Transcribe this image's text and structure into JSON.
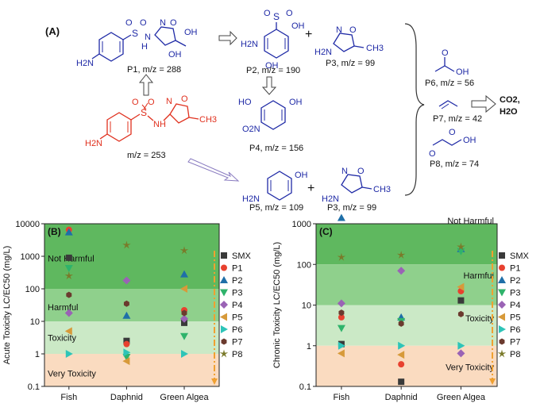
{
  "colors": {
    "blue": "#1f2aa6",
    "red": "#e0301e",
    "black": "#111111",
    "not_harmful": "#5fb85f",
    "harmful": "#8fd08c",
    "toxicity": "#cbe9c6",
    "very_toxicity": "#fadbc0",
    "legend_line": "#f0a030"
  },
  "scheme": {
    "label": "(A)",
    "parent": {
      "label": "m/z = 253",
      "atoms": {
        "s": "S",
        "o1": "O",
        "o2": "O",
        "nh": "NH",
        "h2n": "H2N",
        "n": "N",
        "o_ring": "O",
        "ch3": "CH3"
      }
    },
    "p1": {
      "label": "P1, m/z = 288",
      "atoms": {
        "s": "S",
        "o1": "O",
        "o2": "O",
        "nh": "N",
        "h": "H",
        "n": "N",
        "o": "O",
        "oh1": "OH",
        "oh2": "OH",
        "h2n": "H2N"
      }
    },
    "p2": {
      "label": "P2, m/z = 190",
      "atoms": {
        "s": "S",
        "o1": "O",
        "o2": "O",
        "oh": "OH",
        "h2n": "H2N",
        "oh2": "OH"
      }
    },
    "p3_top": {
      "label": "P3, m/z = 99",
      "atoms": {
        "n": "N",
        "o": "O",
        "h2n": "H2N"
      }
    },
    "p3_bottom": {
      "label": "P3, m/z = 99",
      "atoms": {
        "n": "N",
        "o": "O",
        "h2n": "H2N",
        "ch3": "CH3"
      }
    },
    "p4": {
      "label": "P4, m/z = 156",
      "atoms": {
        "ho": "HO",
        "oh": "OH",
        "o2n": "O2N"
      }
    },
    "p5": {
      "label": "P5, m/z = 109",
      "atoms": {
        "oh": "OH",
        "h2n": "H2N"
      }
    },
    "p6": {
      "label": "P6, m/z = 56",
      "atoms": {
        "o": "O",
        "oh": "OH"
      }
    },
    "p7": {
      "label": "P7, m/z = 42"
    },
    "p8": {
      "label": "P8, m/z = 74",
      "atoms": {
        "o": "O",
        "oh": "OH",
        "o2": "O"
      }
    },
    "plus": "+",
    "final": {
      "line1": "CO2,",
      "line2": "H2O"
    }
  },
  "chart_data": [
    {
      "type": "scatter",
      "panel_label": "(B)",
      "ylabel": "Acute Toxicity LC/EC50 (mg/L)",
      "yscale": "log",
      "ylim": [
        0.1,
        10000
      ],
      "yticks": [
        "0.1",
        "1",
        "10",
        "100",
        "1000",
        "10000"
      ],
      "categories": [
        "Fish",
        "Daphnid",
        "Green Algea"
      ],
      "zones": [
        {
          "label": "Not Harmful",
          "from": 100,
          "to": 10000
        },
        {
          "label": "Harmful",
          "from": 10,
          "to": 100
        },
        {
          "label": "Toxicity",
          "from": 1,
          "to": 10
        },
        {
          "label": "Very Toxicity",
          "from": 0.1,
          "to": 1
        }
      ],
      "series": [
        {
          "name": "SMX",
          "marker": "square",
          "color": "#3a3a3a",
          "values": [
            900,
            2.5,
            9
          ]
        },
        {
          "name": "P1",
          "marker": "circle",
          "color": "#e8412f",
          "values": [
            6500,
            2.0,
            22
          ]
        },
        {
          "name": "P2",
          "marker": "triangle-up",
          "color": "#1f6fa8",
          "values": [
            5500,
            15,
            280
          ]
        },
        {
          "name": "P3",
          "marker": "triangle-down",
          "color": "#2fb36b",
          "values": [
            430,
            0.8,
            3.5
          ]
        },
        {
          "name": "P4",
          "marker": "diamond",
          "color": "#9a63b5",
          "values": [
            18,
            180,
            12
          ]
        },
        {
          "name": "P5",
          "marker": "triangle-left",
          "color": "#d79a3a",
          "values": [
            5,
            0.6,
            100
          ]
        },
        {
          "name": "P6",
          "marker": "triangle-right",
          "color": "#2ec4b8",
          "values": [
            1,
            1.1,
            1
          ]
        },
        {
          "name": "P7",
          "marker": "hexagon",
          "color": "#6b3a2e",
          "values": [
            65,
            35,
            18
          ]
        },
        {
          "name": "P8",
          "marker": "star",
          "color": "#7a7a2a",
          "values": [
            250,
            2200,
            1500
          ]
        }
      ]
    },
    {
      "type": "scatter",
      "panel_label": "(C)",
      "ylabel": "Chronic Toxicity LC/EC50 (mg/L)",
      "yscale": "log",
      "ylim": [
        0.1,
        1000
      ],
      "yticks": [
        "0.1",
        "1",
        "10",
        "100",
        "1000"
      ],
      "categories": [
        "Fish",
        "Daphnid",
        "Green Algea"
      ],
      "zones": [
        {
          "label": "Not Harmful",
          "from": 100,
          "to": 2000
        },
        {
          "label": "Harmful",
          "from": 10,
          "to": 100
        },
        {
          "label": "Toxicity",
          "from": 1,
          "to": 10
        },
        {
          "label": "Very Toxicity",
          "from": 0.1,
          "to": 1
        }
      ],
      "series": [
        {
          "name": "SMX",
          "marker": "square",
          "color": "#3a3a3a",
          "values": [
            1.1,
            0.13,
            13
          ]
        },
        {
          "name": "P1",
          "marker": "circle",
          "color": "#e8412f",
          "values": [
            5,
            0.35,
            22
          ]
        },
        {
          "name": "P2",
          "marker": "triangle-up",
          "color": "#1f6fa8",
          "values": [
            1400,
            5,
            240
          ]
        },
        {
          "name": "P3",
          "marker": "triangle-down",
          "color": "#2fb36b",
          "values": [
            2.7,
            4,
            210
          ]
        },
        {
          "name": "P4",
          "marker": "diamond",
          "color": "#9a63b5",
          "values": [
            11,
            70,
            0.65
          ]
        },
        {
          "name": "P5",
          "marker": "triangle-left",
          "color": "#d79a3a",
          "values": [
            0.65,
            0.6,
            28
          ]
        },
        {
          "name": "P6",
          "marker": "triangle-right",
          "color": "#2ec4b8",
          "values": [
            1.0,
            1.0,
            1.0
          ]
        },
        {
          "name": "P7",
          "marker": "hexagon",
          "color": "#6b3a2e",
          "values": [
            6.5,
            3.5,
            6
          ]
        },
        {
          "name": "P8",
          "marker": "star",
          "color": "#7a7a2a",
          "values": [
            150,
            170,
            270
          ]
        }
      ]
    }
  ]
}
